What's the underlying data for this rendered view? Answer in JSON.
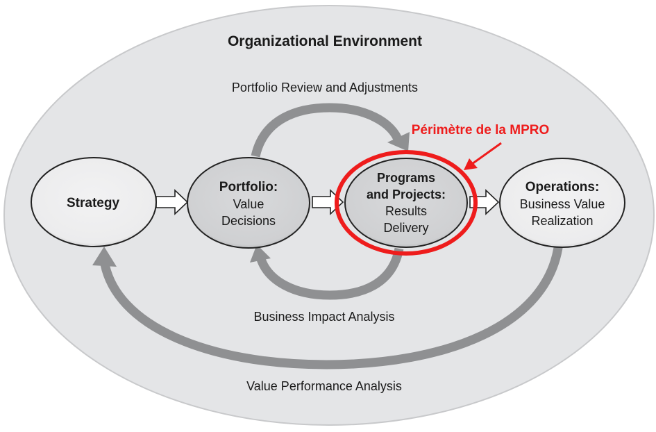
{
  "title": "Organizational Environment",
  "labels": {
    "top_loop": "Portfolio Review and Adjustments",
    "bottom_loop": "Business Impact Analysis",
    "outer_loop": "Value Performance Analysis",
    "annotation": "Périmètre de la MPRO"
  },
  "nodes": {
    "strategy": {
      "title": "Strategy"
    },
    "portfolio": {
      "title": "Portfolio:",
      "line1": "Value",
      "line2": "Decisions"
    },
    "programs": {
      "title1": "Programs",
      "title2": "and Projects:",
      "line1": "Results",
      "line2": "Delivery"
    },
    "operations": {
      "title": "Operations:",
      "line1": "Business Value",
      "line2": "Realization"
    }
  },
  "colors": {
    "highlight": "#ee1c1c",
    "environment": "#e4e5e7",
    "loop_arrow": "#8f9092"
  }
}
